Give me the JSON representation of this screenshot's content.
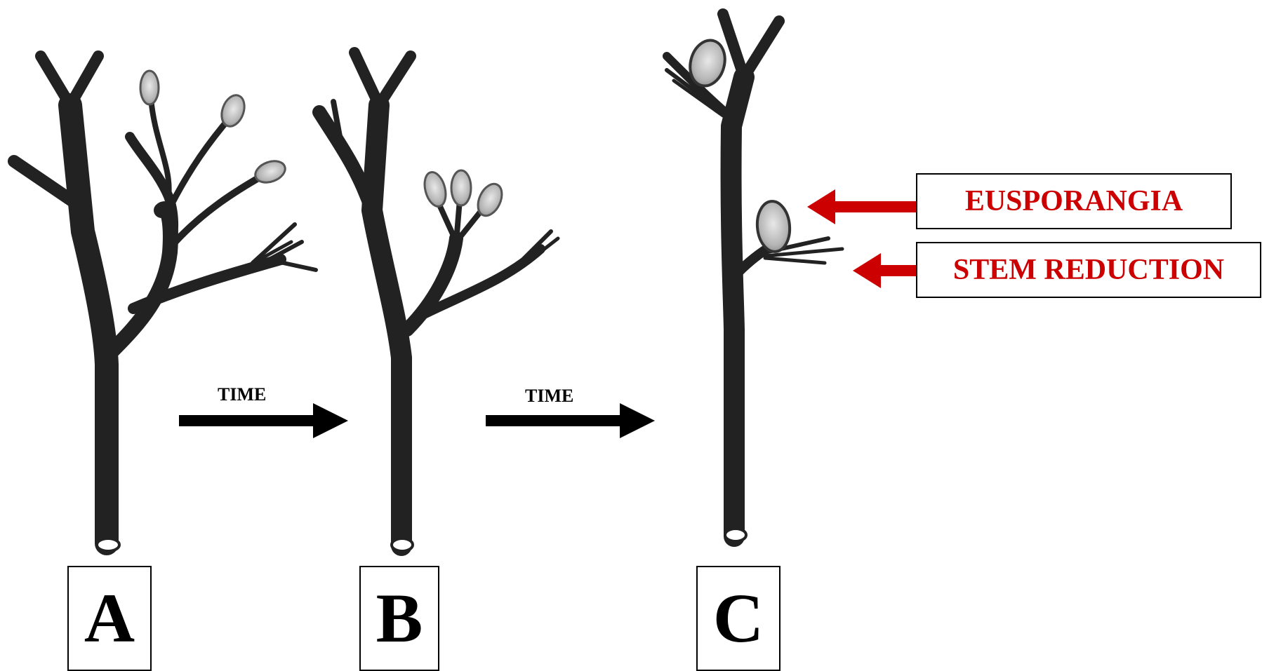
{
  "panels": [
    {
      "label": "A"
    },
    {
      "label": "B"
    },
    {
      "label": "C"
    }
  ],
  "transitions": [
    {
      "label": "TIME"
    },
    {
      "label": "TIME"
    }
  ],
  "callouts": [
    {
      "label": "EUSPORANGIA"
    },
    {
      "label": "STEM REDUCTION"
    }
  ],
  "colors": {
    "stem": "#222222",
    "sporangium_fill": "#bdbdbd",
    "arrow_black": "#000000",
    "arrow_red": "#cc0000",
    "callout_text": "#cc0000"
  }
}
